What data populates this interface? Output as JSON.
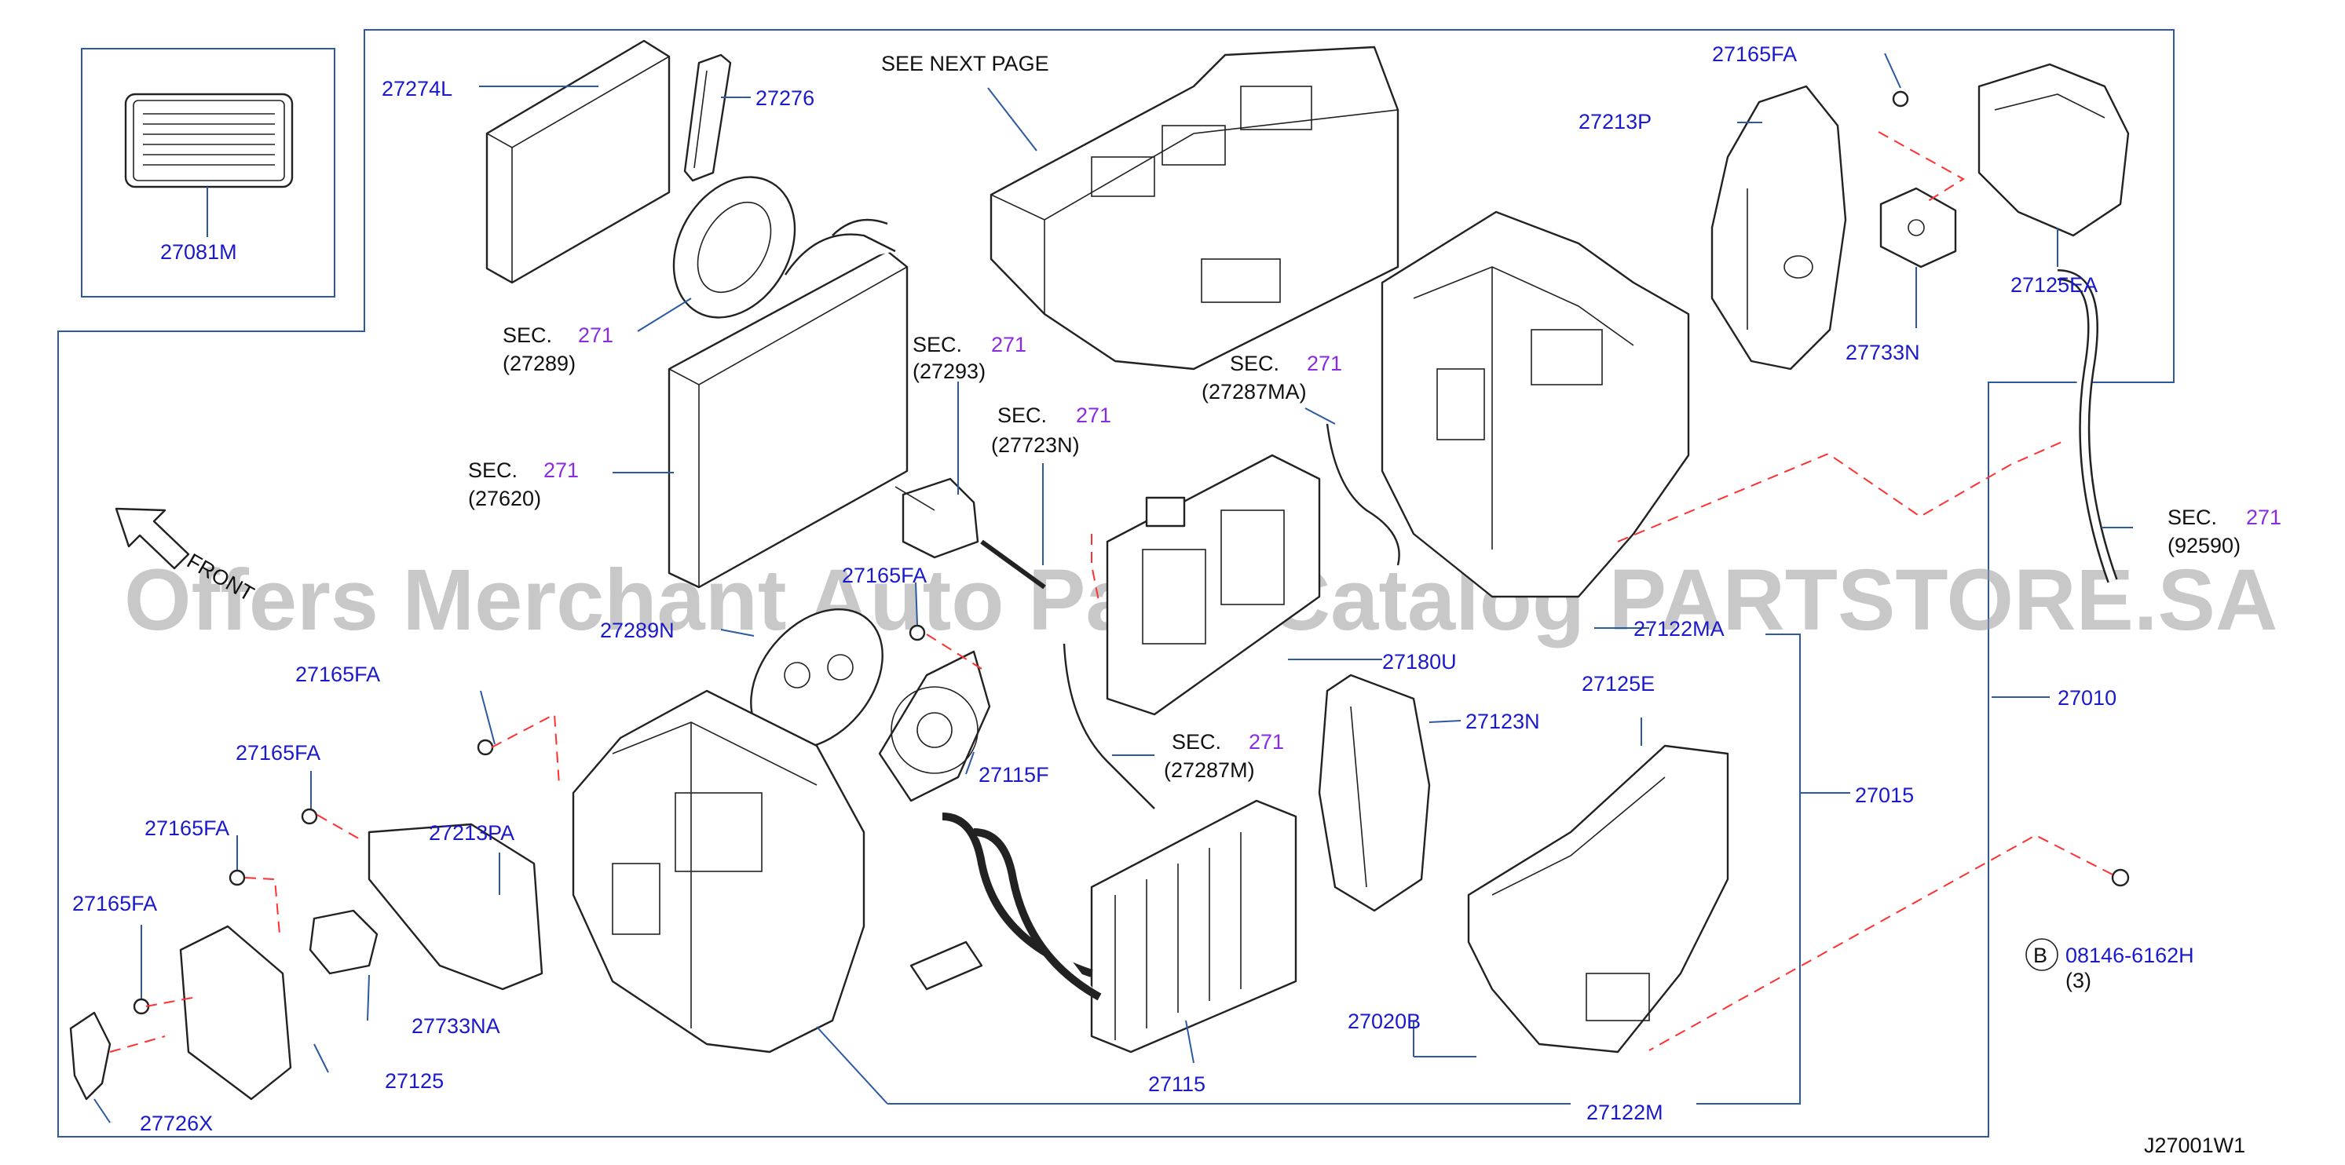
{
  "diagram_code": "J27001W1",
  "watermark": "Offers Merchant Auto Parts Catalog PARTSTORE.SA",
  "see_next_page": "SEE   NEXT   PAGE",
  "front_label": "FRONT",
  "colors": {
    "label": "#1a1acc",
    "leader": "#2c5aa0",
    "dash": "#ff3030",
    "sec_number": "#8a2be2"
  },
  "labels": {
    "p27081M": "27081M",
    "p27274L": "27274L",
    "p27276": "27276",
    "p27165FA_top": "27165FA",
    "p27213P": "27213P",
    "p27125EA": "27125EA",
    "p27733N": "27733N",
    "p27165FA_mid": "27165FA",
    "p27289N": "27289N",
    "p27122MA": "27122MA",
    "p27180U": "27180U",
    "p27010": "27010",
    "p27165FA_a": "27165FA",
    "p27165FA_b": "27165FA",
    "p27165FA_c": "27165FA",
    "p27165FA_d": "27165FA",
    "p27213PA": "27213PA",
    "p27115F": "27115F",
    "p27123N": "27123N",
    "p27125E": "27125E",
    "p27015": "27015",
    "p27733NA": "27733NA",
    "p27125": "27125",
    "p27726X": "27726X",
    "p27020B": "27020B",
    "p27115": "27115",
    "p27122M": "27122M",
    "bolt_code": "08146-6162H",
    "bolt_qty": "(3)",
    "bolt_marker": "B"
  },
  "sec_refs": [
    {
      "sec": "SEC.",
      "num": "271",
      "ref": "(27289)"
    },
    {
      "sec": "SEC.",
      "num": "271",
      "ref": "(27620)"
    },
    {
      "sec": "SEC.",
      "num": "271",
      "ref": "(27293)"
    },
    {
      "sec": "SEC.",
      "num": "271",
      "ref": "(27723N)"
    },
    {
      "sec": "SEC.",
      "num": "271",
      "ref": "(27287MA)"
    },
    {
      "sec": "SEC.",
      "num": "271",
      "ref": "(92590)"
    },
    {
      "sec": "SEC.",
      "num": "271",
      "ref": "(27287M)"
    }
  ]
}
